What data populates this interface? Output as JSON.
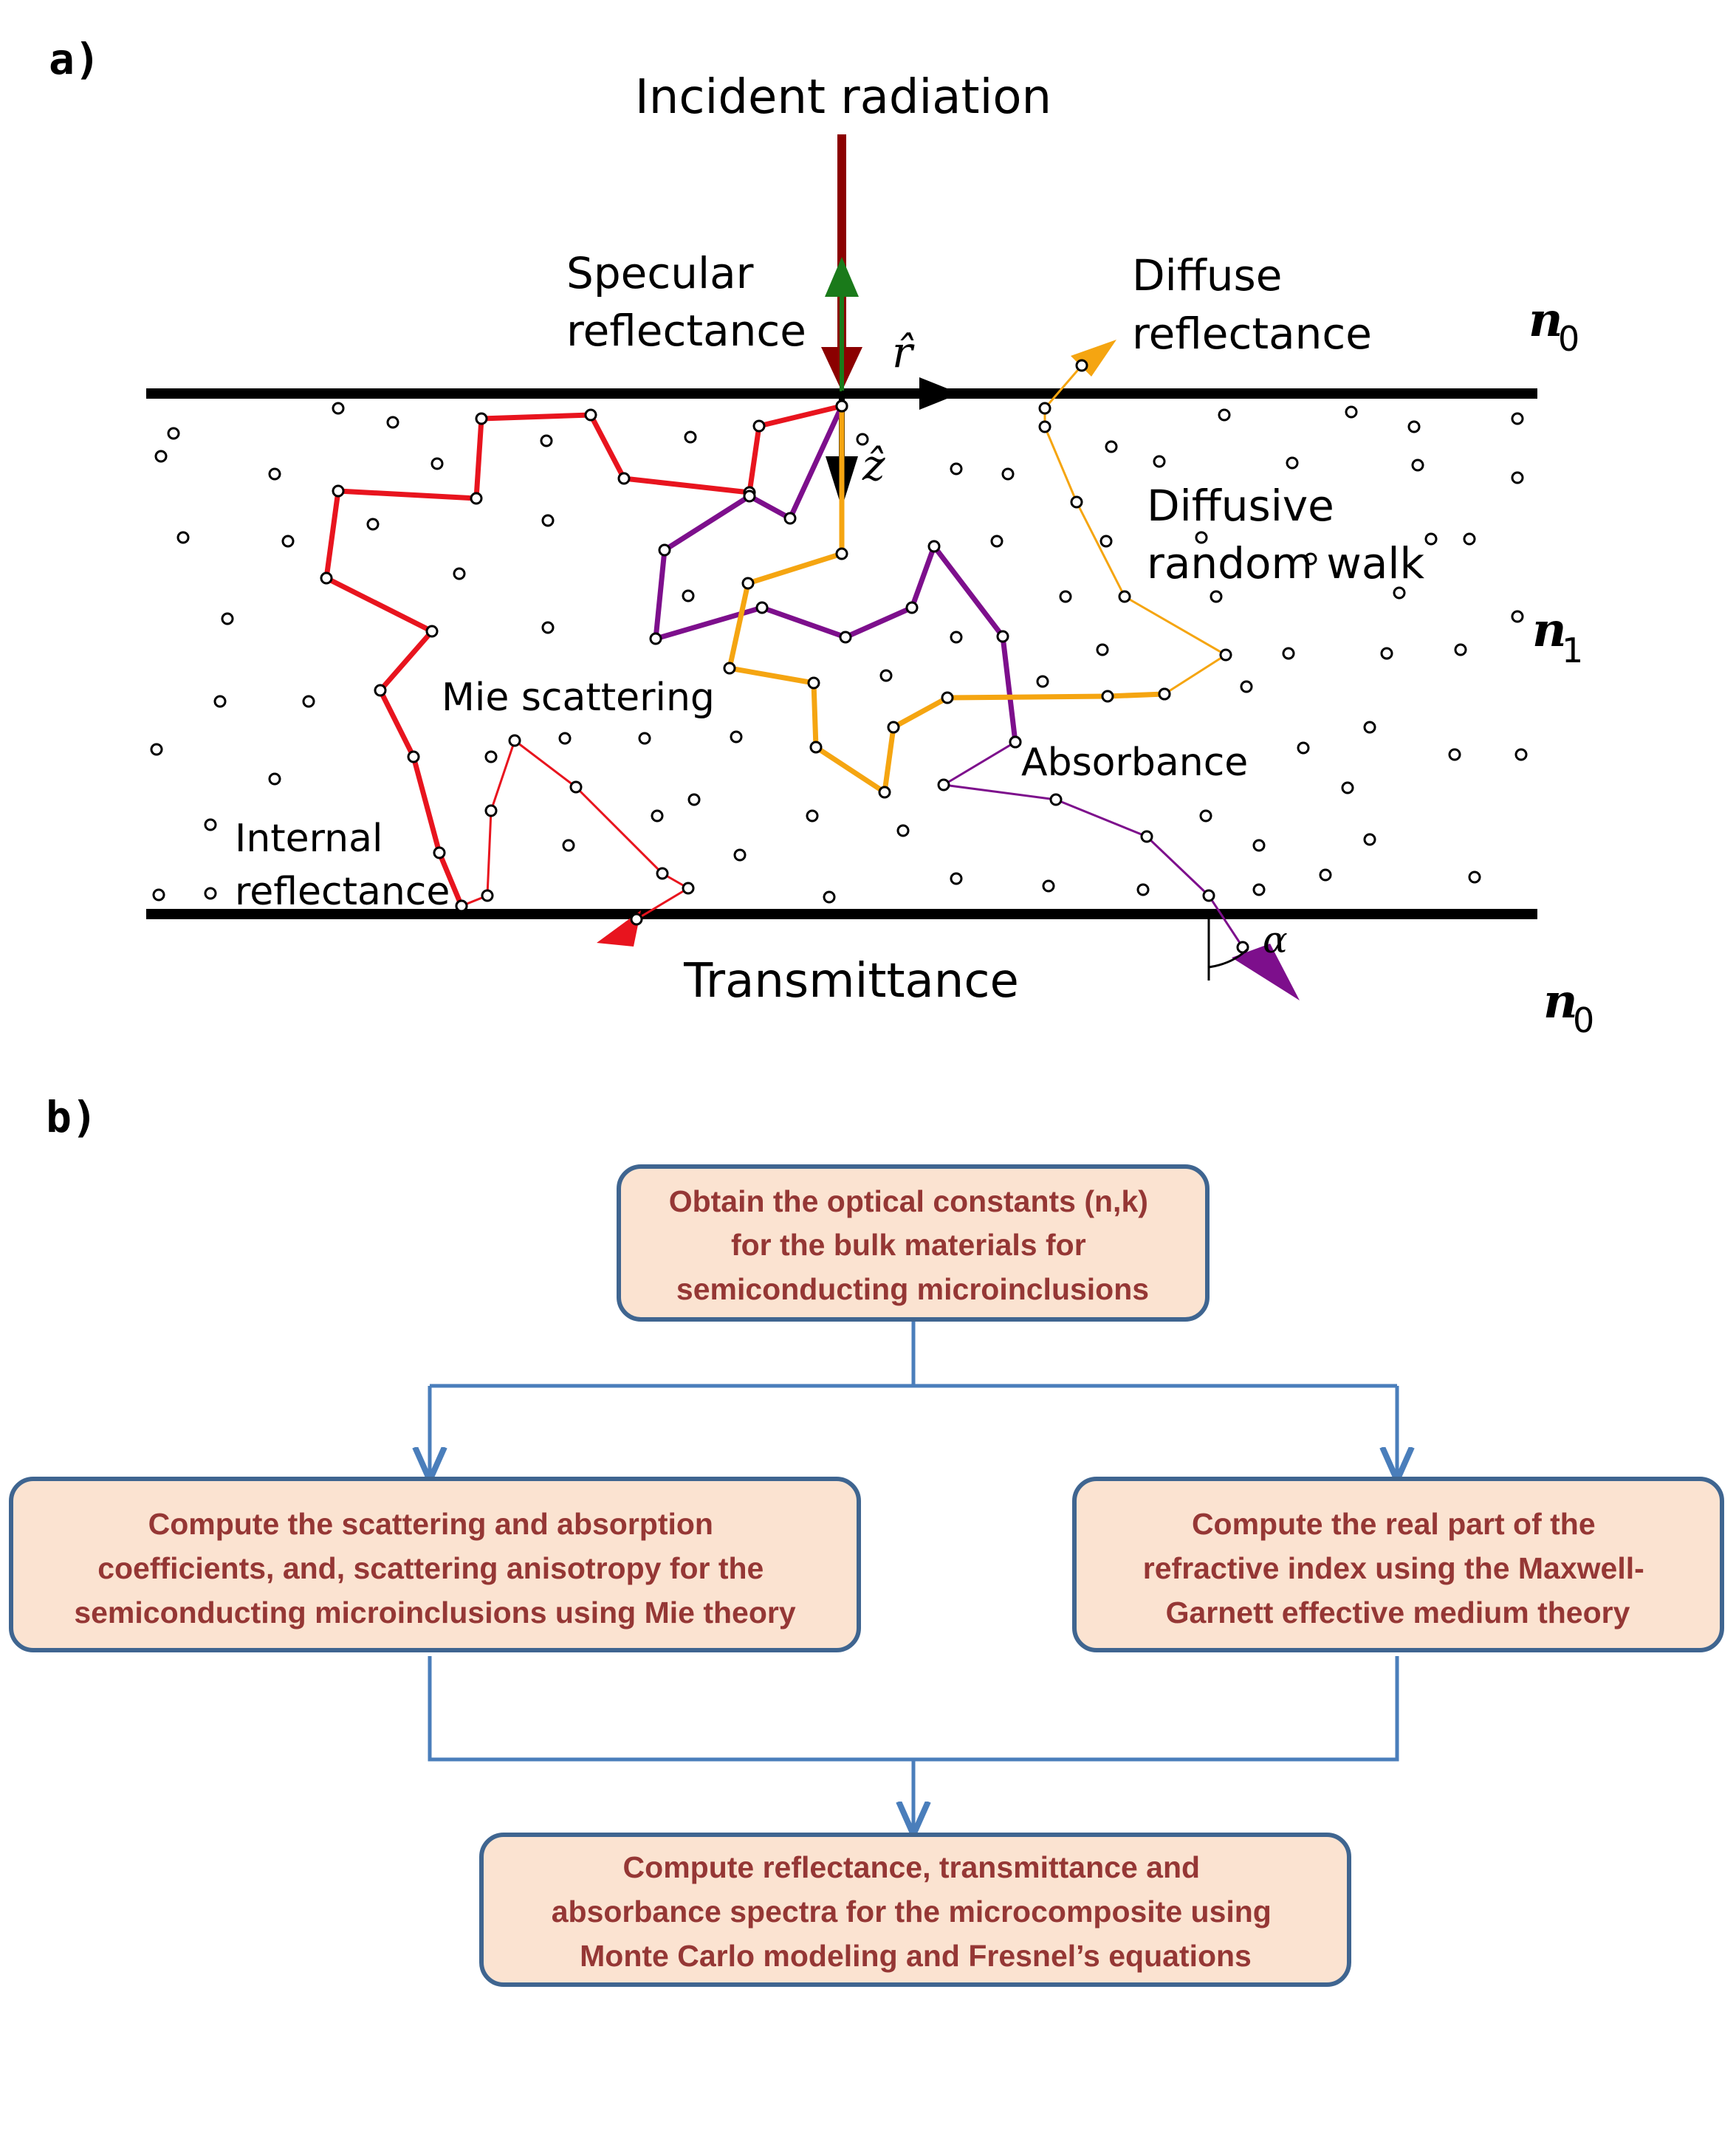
{
  "panels": {
    "a": {
      "label": "a)"
    },
    "b": {
      "label": "b)"
    }
  },
  "panel_a": {
    "incident": "Incident radiation",
    "specular": [
      "Specular",
      "reflectance"
    ],
    "diffuse_reflectance": [
      "Diffuse",
      "reflectance"
    ],
    "diffusive_walk": [
      "Diffusive",
      "random walk"
    ],
    "mie": "Mie scattering",
    "absorbance": "Absorbance",
    "internal": [
      "Internal",
      "reflectance"
    ],
    "transmittance": "Transmittance",
    "r_hat": "r̂",
    "z_hat": "ẑ",
    "alpha": "α",
    "n_top": {
      "base": "n",
      "sub": "0"
    },
    "n_mid": {
      "base": "n",
      "sub": "1"
    },
    "n_bot": {
      "base": "n",
      "sub": "0"
    },
    "colors": {
      "incident": "#8b0000",
      "specular": "#1a7a1a",
      "red_walk": "#e8141e",
      "purple_walk": "#7d0f8c",
      "orange_walk": "#f5a511",
      "interface": "#000000"
    }
  },
  "flowchart": {
    "top": {
      "lines": [
        "Obtain the optical constants (n,k)",
        "for the bulk materials for",
        "semiconducting microinclusions"
      ]
    },
    "left": {
      "lines": [
        "Compute the scattering and absorption",
        "coefficients, and, scattering anisotropy for the",
        "semiconducting microinclusions using Mie theory"
      ]
    },
    "right": {
      "lines": [
        "Compute the real part of the",
        "refractive index using the Maxwell-",
        "Garnett effective medium theory"
      ]
    },
    "bottom": {
      "lines": [
        "Compute reflectance, transmittance and",
        "absorbance spectra for the microcomposite using",
        "Monte Carlo modeling and Fresnel’s equations"
      ]
    },
    "colors": {
      "box_fill": "#fbe3d1",
      "box_border": "#3f6590",
      "text": "#953735",
      "connector": "#4a7ebb"
    }
  }
}
